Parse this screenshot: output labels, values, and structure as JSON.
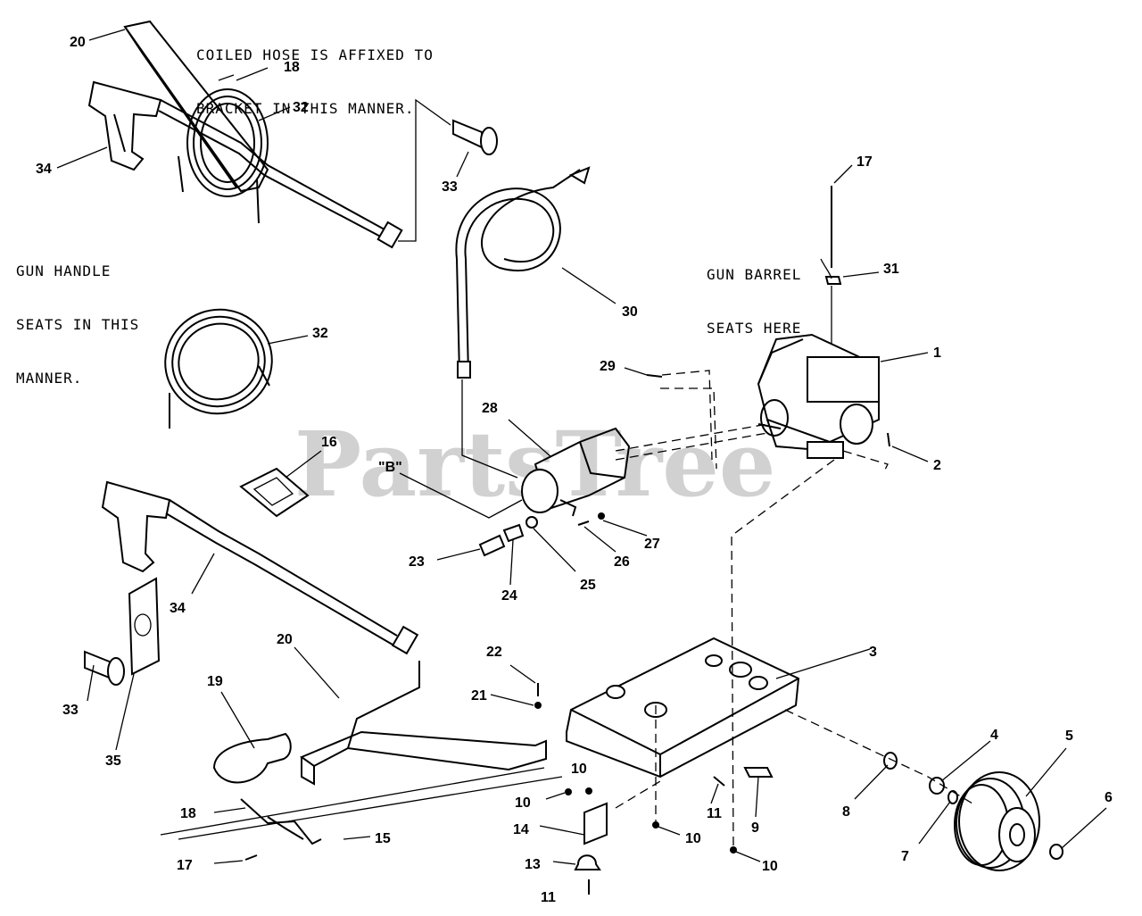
{
  "notes": {
    "coiled_hose": [
      "COILED HOSE IS AFFIXED TO",
      "BRACKET IN THIS MANNER."
    ],
    "gun_handle": [
      "GUN HANDLE",
      "SEATS IN THIS",
      "MANNER."
    ],
    "gun_barrel": [
      "GUN BARREL",
      "SEATS HERE"
    ]
  },
  "watermark": "PartsTree",
  "callouts": [
    {
      "id": "c20a",
      "label": "20"
    },
    {
      "id": "c18a",
      "label": "18"
    },
    {
      "id": "c32a",
      "label": "32"
    },
    {
      "id": "c34a",
      "label": "34"
    },
    {
      "id": "c33a",
      "label": "33"
    },
    {
      "id": "c30",
      "label": "30"
    },
    {
      "id": "c17a",
      "label": "17"
    },
    {
      "id": "c31",
      "label": "31"
    },
    {
      "id": "c1",
      "label": "1"
    },
    {
      "id": "c2",
      "label": "2"
    },
    {
      "id": "c29",
      "label": "29"
    },
    {
      "id": "c32b",
      "label": "32"
    },
    {
      "id": "c16",
      "label": "16"
    },
    {
      "id": "c28",
      "label": "28"
    },
    {
      "id": "cB",
      "label": "\"B\""
    },
    {
      "id": "c23",
      "label": "23"
    },
    {
      "id": "c24",
      "label": "24"
    },
    {
      "id": "c25",
      "label": "25"
    },
    {
      "id": "c26",
      "label": "26"
    },
    {
      "id": "c27",
      "label": "27"
    },
    {
      "id": "c34b",
      "label": "34"
    },
    {
      "id": "c20b",
      "label": "20"
    },
    {
      "id": "c22",
      "label": "22"
    },
    {
      "id": "c21",
      "label": "21"
    },
    {
      "id": "c3",
      "label": "3"
    },
    {
      "id": "c19",
      "label": "19"
    },
    {
      "id": "c33b",
      "label": "33"
    },
    {
      "id": "c35",
      "label": "35"
    },
    {
      "id": "c10a",
      "label": "10"
    },
    {
      "id": "c10b",
      "label": "10"
    },
    {
      "id": "c11a",
      "label": "11"
    },
    {
      "id": "c10c",
      "label": "10"
    },
    {
      "id": "c9",
      "label": "9"
    },
    {
      "id": "c10d",
      "label": "10"
    },
    {
      "id": "c14",
      "label": "14"
    },
    {
      "id": "c13",
      "label": "13"
    },
    {
      "id": "c11b",
      "label": "11"
    },
    {
      "id": "c18b",
      "label": "18"
    },
    {
      "id": "c15",
      "label": "15"
    },
    {
      "id": "c17b",
      "label": "17"
    },
    {
      "id": "c4",
      "label": "4"
    },
    {
      "id": "c5",
      "label": "5"
    },
    {
      "id": "c6",
      "label": "6"
    },
    {
      "id": "c7",
      "label": "7"
    },
    {
      "id": "c8",
      "label": "8"
    }
  ]
}
